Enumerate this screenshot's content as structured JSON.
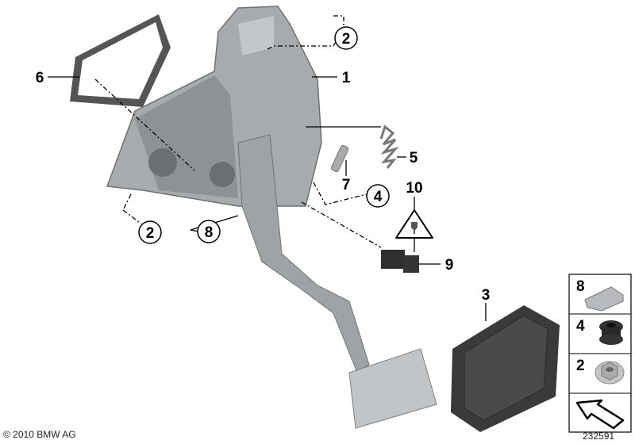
{
  "callouts": {
    "c1": "1",
    "c2a": "2",
    "c2b": "2",
    "c3": "3",
    "c4": "4",
    "c5": "5",
    "c6": "6",
    "c7": "7",
    "c8": "8",
    "c9": "9",
    "c10": "10"
  },
  "legend": {
    "rows": [
      {
        "label": "8",
        "part": "clip-nut-icon"
      },
      {
        "label": "4",
        "part": "rubber-grommet-icon"
      },
      {
        "label": "2",
        "part": "hex-flange-nut-icon"
      },
      {
        "label": "",
        "part": "direction-arrow-icon"
      }
    ]
  },
  "footer": {
    "copyright": "© 2010 BMW AG",
    "diagram_number": "232591"
  },
  "colors": {
    "part_gray": "#8a8f93",
    "pad_dark": "#3a3a3a",
    "line": "#000000"
  }
}
